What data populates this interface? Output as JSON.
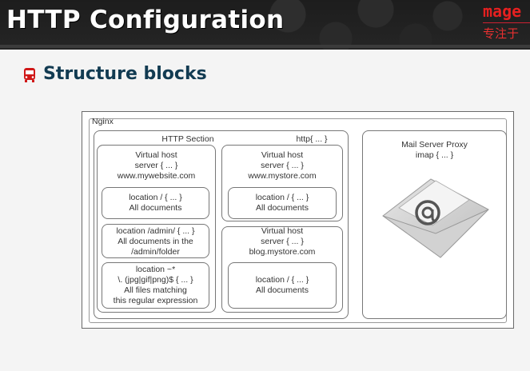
{
  "header": {
    "title": "HTTP Configuration",
    "brand": "mage",
    "tagline": "专注于"
  },
  "section": {
    "title": "Structure blocks",
    "icon": "bus-bullet-icon"
  },
  "diagram": {
    "nginx": "Nginx",
    "http_section": "HTTP Section",
    "http_block": "http{ ... }",
    "vhost1": {
      "l1": "Virtual host",
      "l2": "server { ... }",
      "l3": "www.mywebsite.com"
    },
    "loc_root1": {
      "l1": "location / { ... }",
      "l2": "All documents"
    },
    "loc_admin": {
      "l1": "location  /admin/ { ... }",
      "l2": "All documents in the",
      "l3": "/admin/folder"
    },
    "loc_regex": {
      "l1": "location ~*",
      "l2": "\\. (jpg|gif|png)$ { ... }",
      "l3": "All files matching",
      "l4": "this regular expression"
    },
    "vhost2": {
      "l1": "Virtual host",
      "l2": "server { ... }",
      "l3": "www.mystore.com"
    },
    "loc_root2": {
      "l1": "location / { ... }",
      "l2": "All documents"
    },
    "vhost3": {
      "l1": "Virtual host",
      "l2": "server { ... }",
      "l3": "blog.mystore.com"
    },
    "loc_root3": {
      "l1": "location / { ... }",
      "l2": "All documents"
    },
    "mail": {
      "l1": "Mail Server Proxy",
      "l2": "imap { ... }"
    }
  },
  "colors": {
    "header_bg": "#1e1e1e",
    "brand_red": "#e62020",
    "section_title": "#123b52",
    "bullet_red": "#d01818"
  }
}
